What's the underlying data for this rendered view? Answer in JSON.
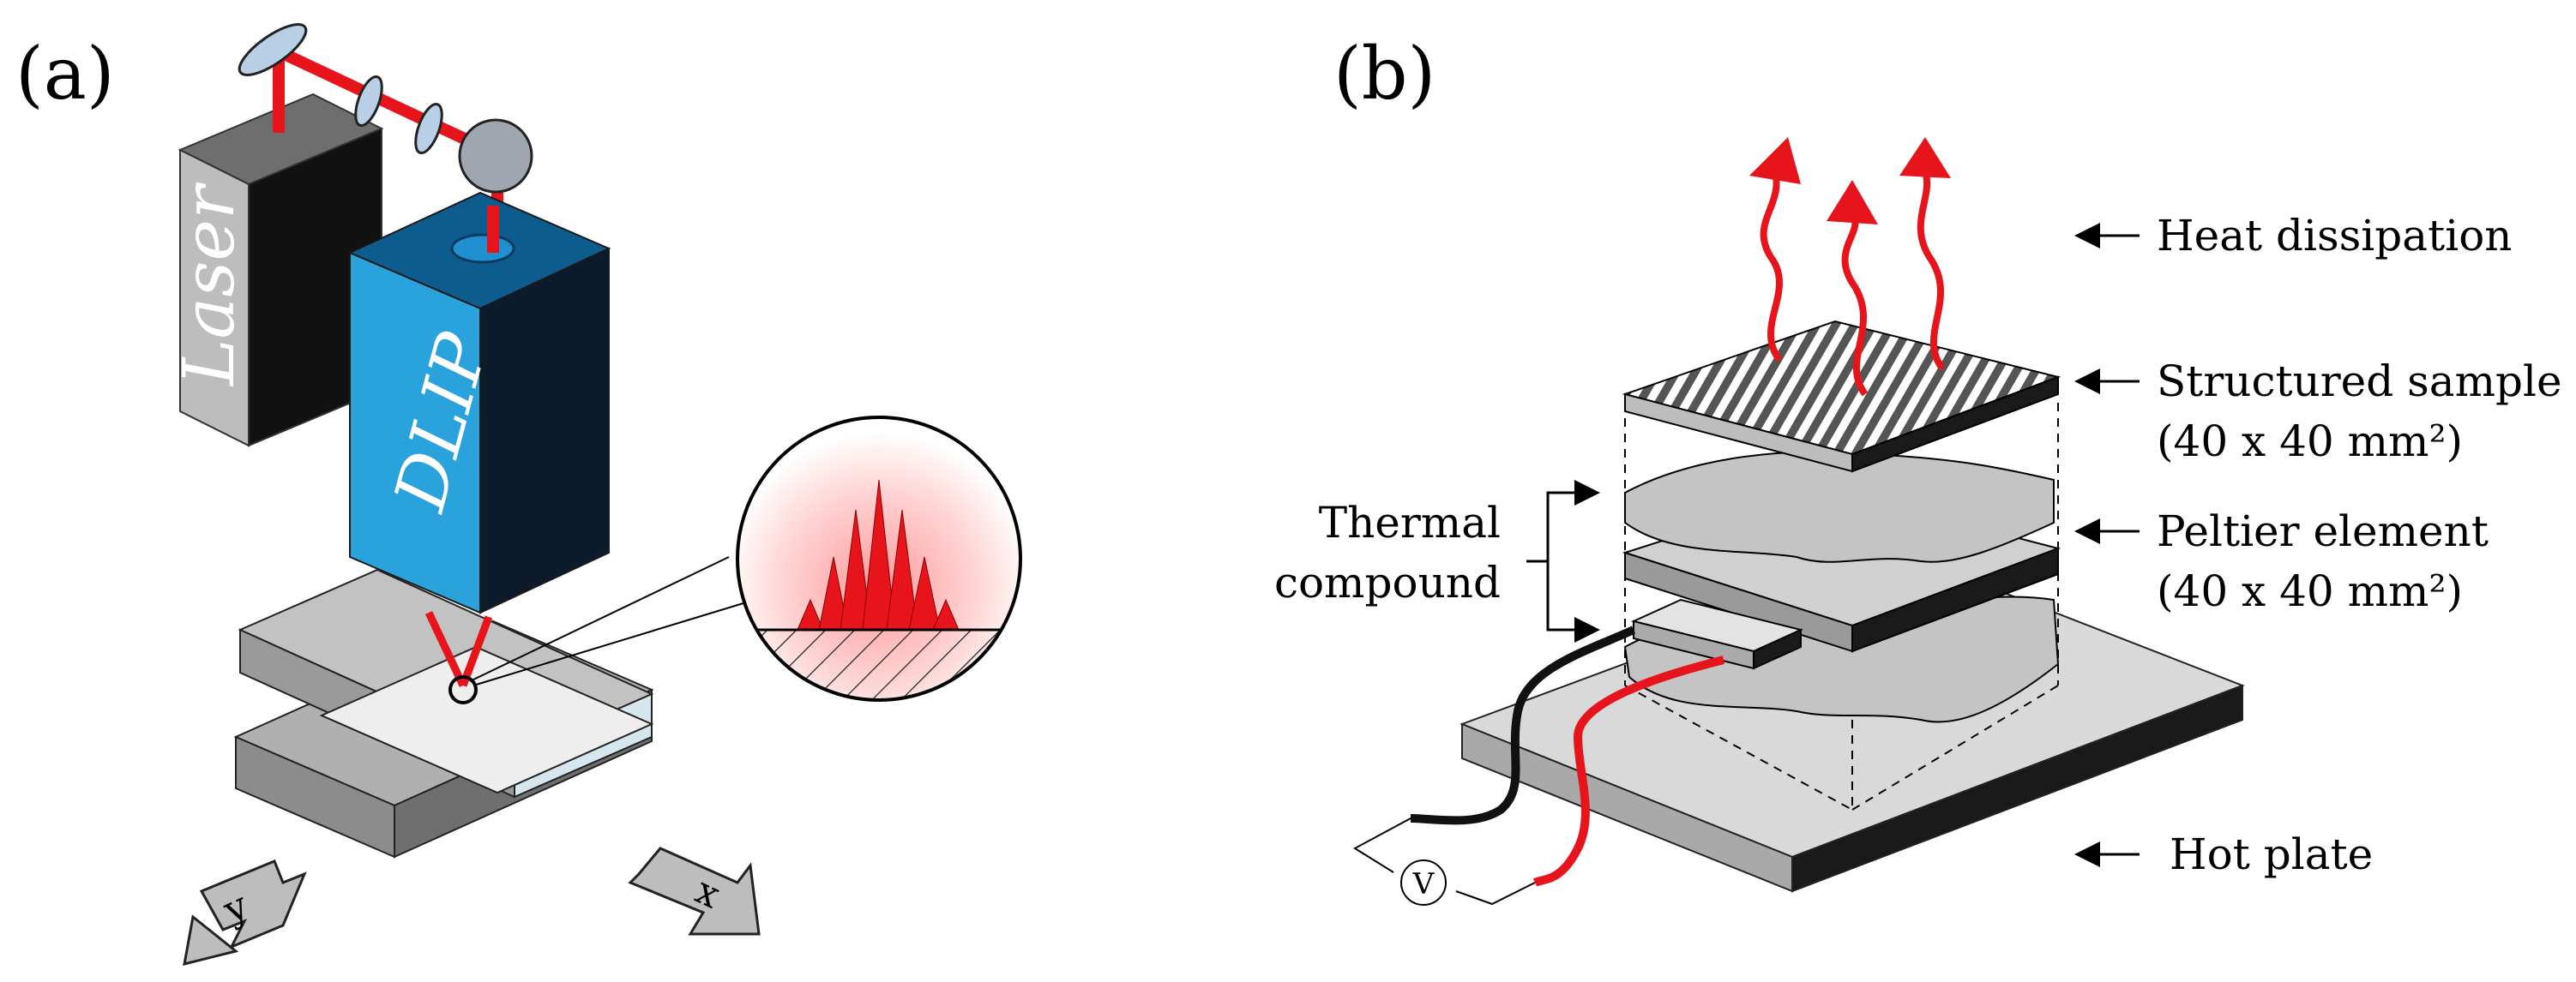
{
  "panel_a": {
    "label": "(a)",
    "laser_label": "Laser",
    "dlip_label": "DLIP",
    "x_arrow_label": "x",
    "y_arrow_label": "y"
  },
  "panel_b": {
    "label": "(b)",
    "heat_dissipation": "Heat dissipation",
    "structured_sample_line1": "Structured sample",
    "structured_sample_line2": "(40 x 40 mm²)",
    "peltier_line1": "Peltier element",
    "peltier_line2": "(40 x 40 mm²)",
    "thermal_line1": "Thermal",
    "thermal_line2": "compound",
    "hot_plate": "Hot plate",
    "voltmeter_symbol": "V"
  },
  "colors": {
    "laser_beam": "#e8141c",
    "dlip_blue": "#2aa3dd",
    "dlip_dark": "#0d4a73",
    "laser_gray": "#bdbdbd",
    "laser_dark": "#111111",
    "stage_gray": "#b5b5b5",
    "plate_light": "#d9d9d9",
    "plate_dark": "#1a1a1a",
    "compound_gray": "#c4c4c4",
    "heat_arrow": "#e8141c"
  }
}
